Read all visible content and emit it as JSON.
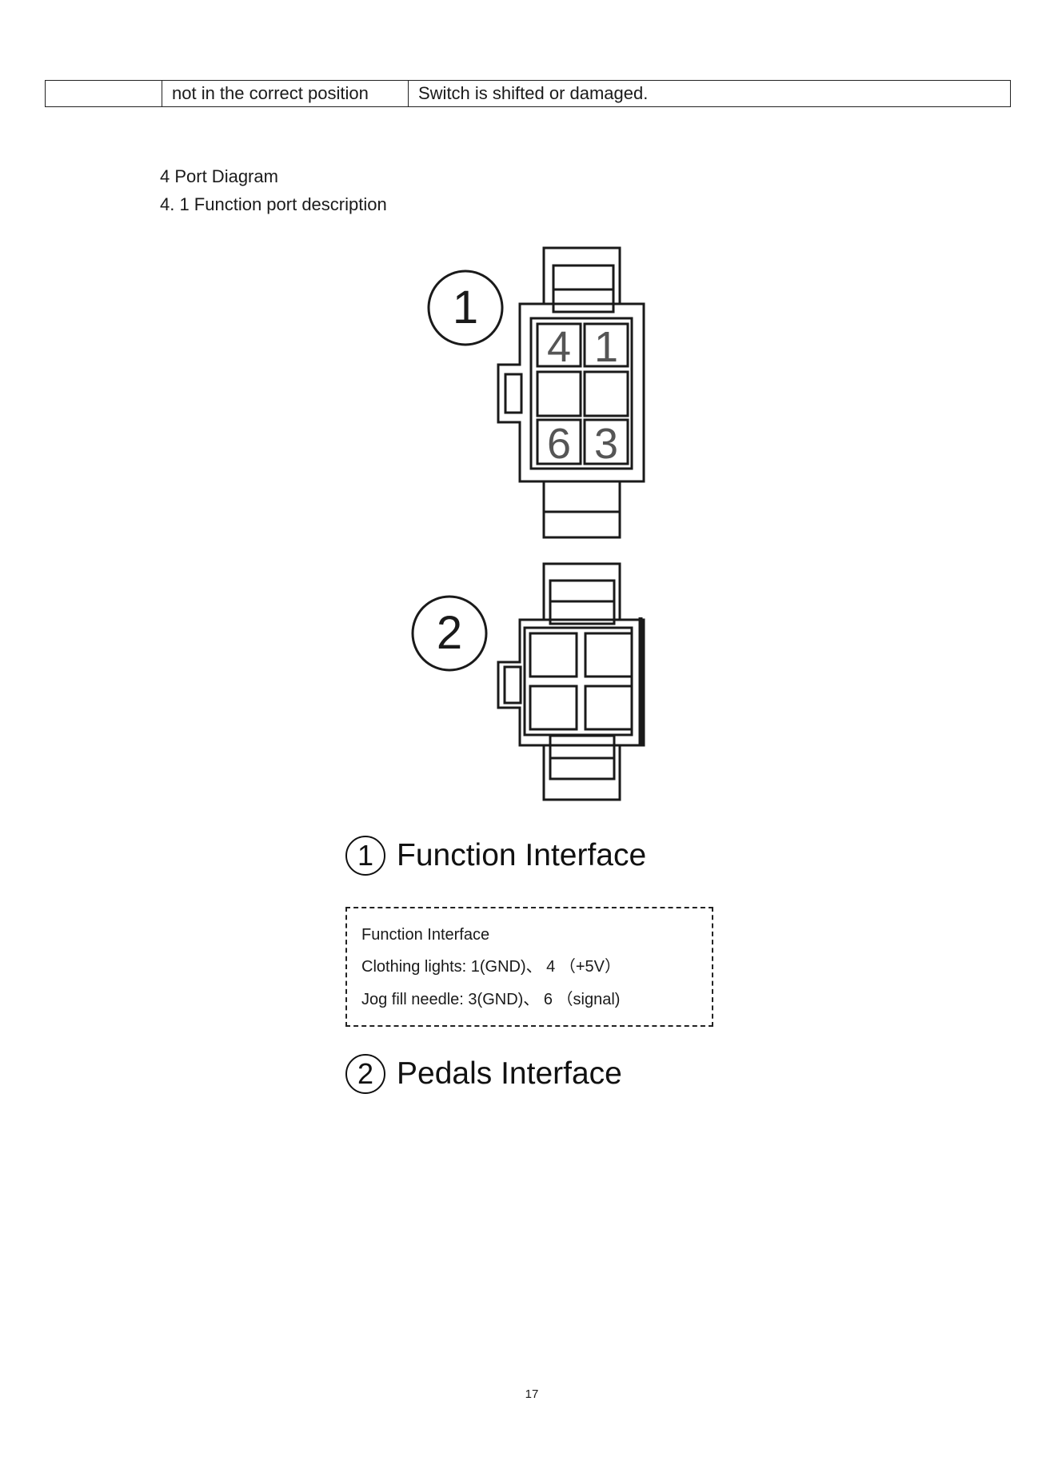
{
  "table": {
    "col1": "",
    "col2": "not in the correct position",
    "col3": "Switch is shifted or damaged."
  },
  "section": {
    "heading": "4 Port Diagram",
    "subheading": "4. 1 Function port description"
  },
  "connector1": {
    "marker": "1",
    "pins": [
      "4",
      "1",
      "6",
      "3"
    ]
  },
  "connector2": {
    "marker": "2"
  },
  "function_interface": {
    "marker": "1",
    "title": "Function Interface",
    "box_title": "Function Interface",
    "line1": "Clothing lights: 1(GND)、 4 （+5V）",
    "line2": "Jog fill needle: 3(GND)、 6 （signal)"
  },
  "pedals_interface": {
    "marker": "2",
    "title": "Pedals Interface"
  },
  "page_number": "17"
}
